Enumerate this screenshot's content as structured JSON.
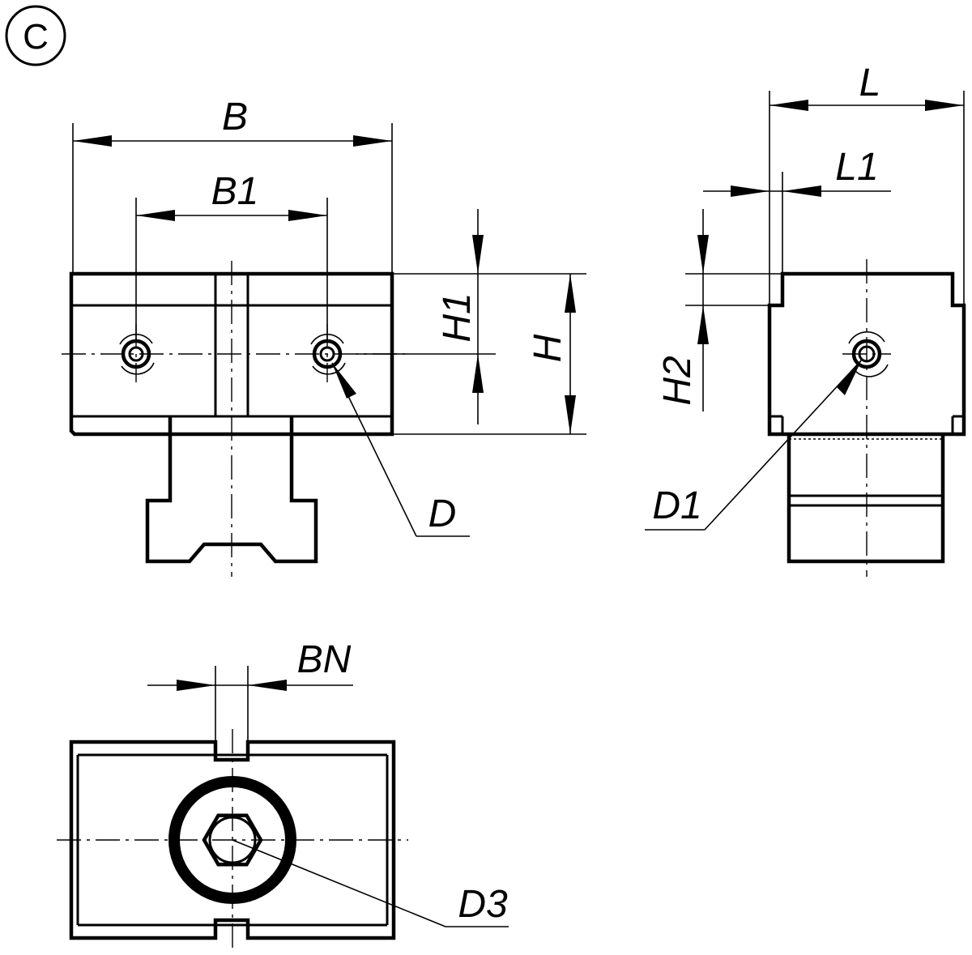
{
  "figure": {
    "variant_marker": "C",
    "dimension_labels": {
      "B": "B",
      "B1": "B1",
      "H1": "H1",
      "H": "H",
      "D": "D",
      "L": "L",
      "L1": "L1",
      "H2": "H2",
      "D1": "D1",
      "BN": "BN",
      "D3": "D3"
    }
  }
}
